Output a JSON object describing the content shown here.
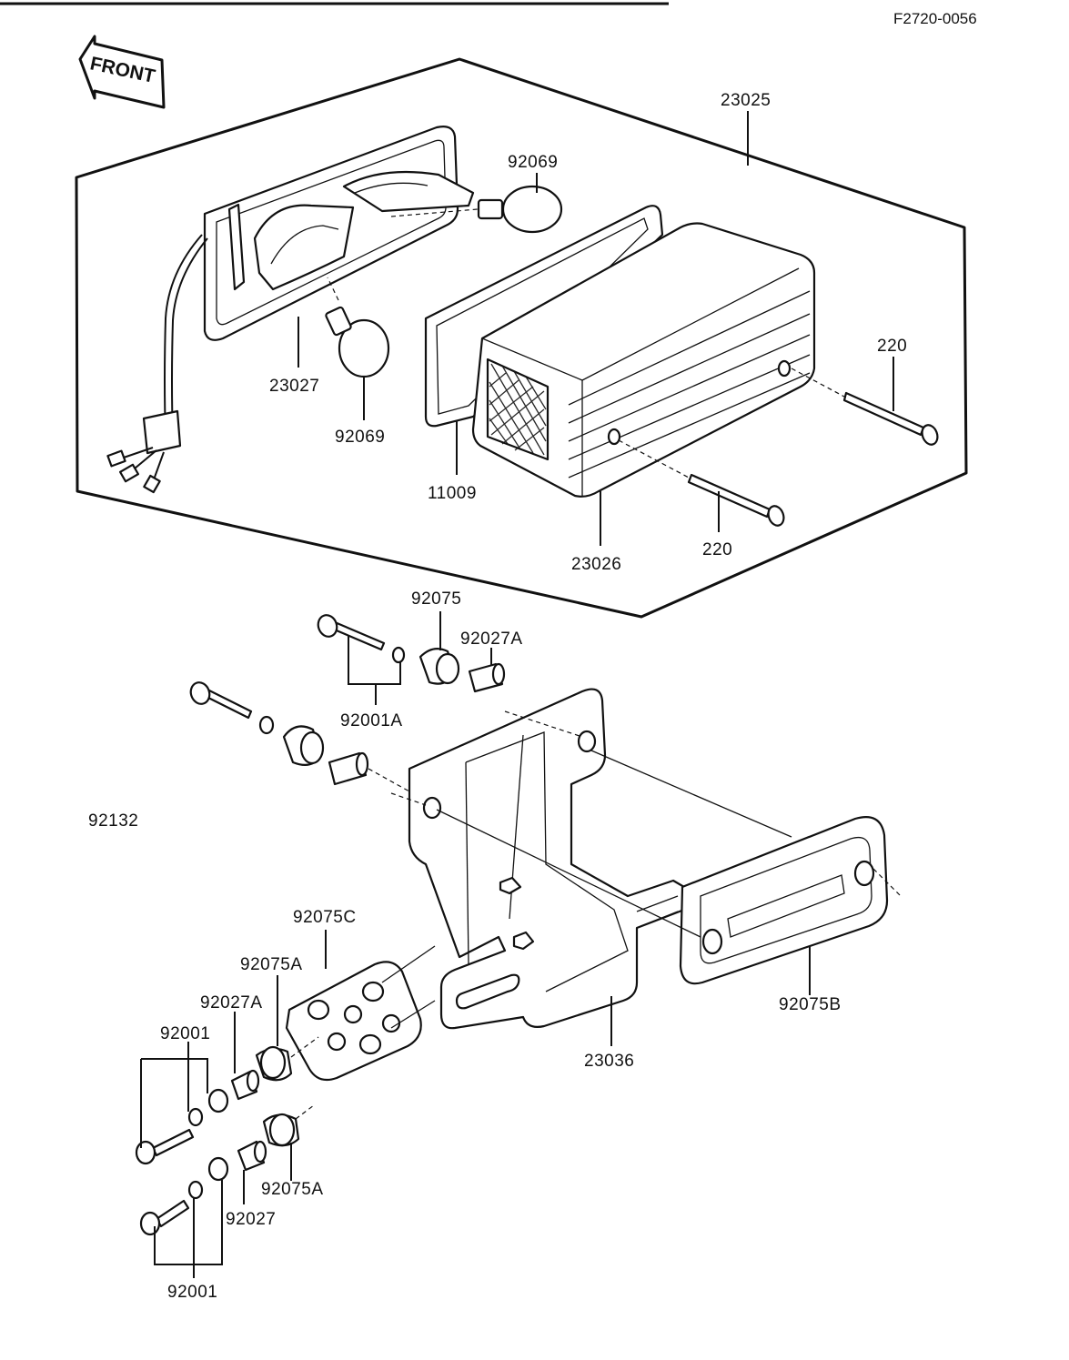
{
  "diagram": {
    "ref_code": "F2720-0056",
    "front_text": "FRONT",
    "labels": {
      "p23025": "23025",
      "p92069_top": "92069",
      "p23027": "23027",
      "p92069_bottom": "92069",
      "p220_right": "220",
      "p11009": "11009",
      "p23026": "23026",
      "p220_bottom": "220",
      "p92075": "92075",
      "p92027A_top": "92027A",
      "p92001A": "92001A",
      "p92132": "92132",
      "p92075C": "92075C",
      "p92075A_top": "92075A",
      "p92027A_left": "92027A",
      "p92001_top": "92001",
      "p92075A_bottom": "92075A",
      "p92027": "92027",
      "p92001_bottom": "92001",
      "p92075B": "92075B",
      "p23036": "23036"
    }
  }
}
